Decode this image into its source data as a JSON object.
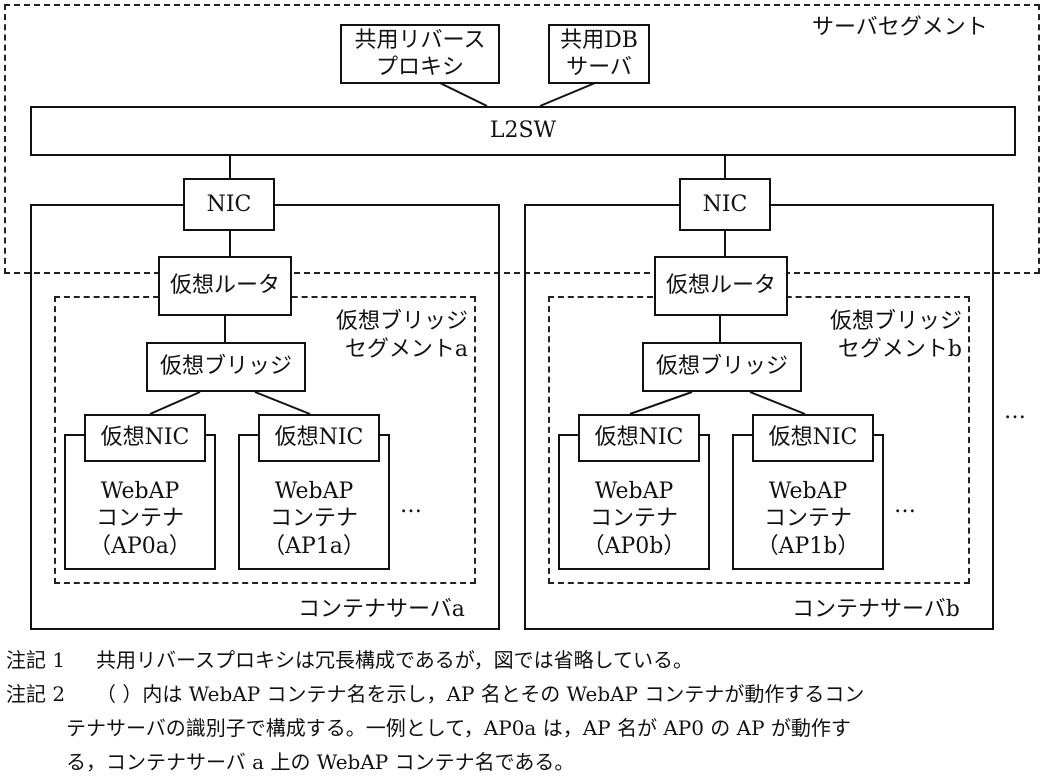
{
  "server_segment_label": "サーバセグメント",
  "shared_proxy": "共用リバース\nプロキシ",
  "shared_db": "共用DB\nサーバ",
  "l2sw": "L2SW",
  "nic": "NIC",
  "virtual_router": "仮想ルータ",
  "virtual_bridge": "仮想ブリッジ",
  "virtual_nic": "仮想NIC",
  "bridge_segment_a": "仮想ブリッジ\nセグメントa",
  "bridge_segment_b": "仮想ブリッジ\nセグメントb",
  "container_server_a": "コンテナサーバa",
  "container_server_b": "コンテナサーバb",
  "containers": {
    "ap0a": "WebAP\nコンテナ\n（AP0a）",
    "ap1a": "WebAP\nコンテナ\n（AP1a）",
    "ap0b": "WebAP\nコンテナ\n（AP0b）",
    "ap1b": "WebAP\nコンテナ\n（AP1b）"
  },
  "ellipsis": "…",
  "notes": {
    "note1_label": "注記 1",
    "note1_text": "共用リバースプロキシは冗長構成であるが，図では省略している。",
    "note2_label": "注記 2",
    "note2_line1": "（ ）内は WebAP コンテナ名を示し，AP 名とその WebAP コンテナが動作するコン",
    "note2_line2": "テナサーバの識別子で構成する。一例として，AP0a は，AP 名が AP0 の AP が動作す",
    "note2_line3": "る，コンテナサーバ a 上の WebAP コンテナ名である。"
  }
}
